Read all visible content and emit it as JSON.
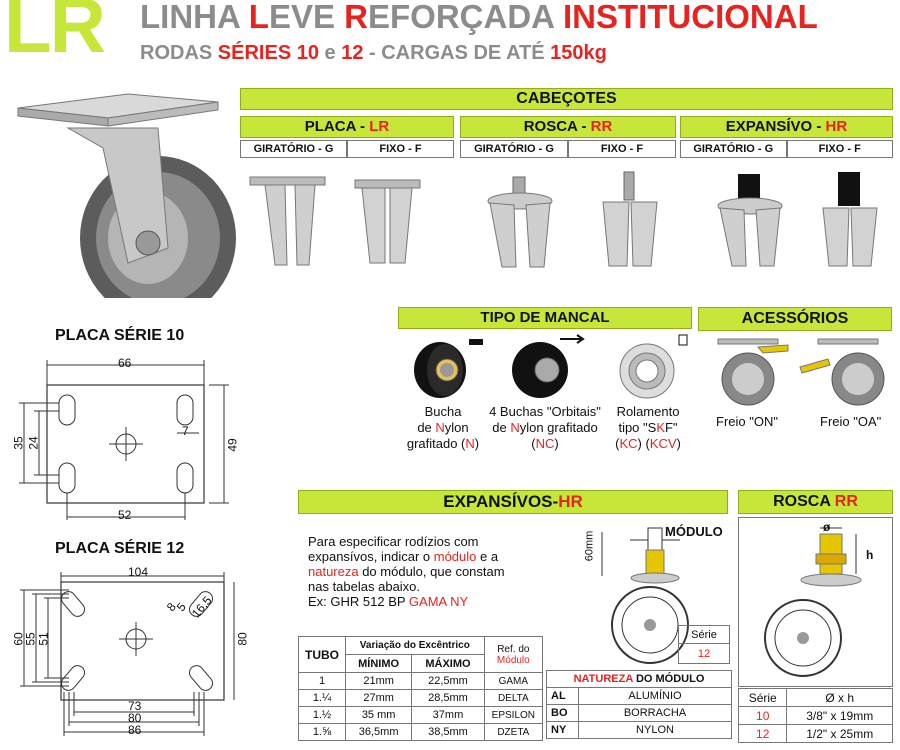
{
  "header": {
    "logo": "LR",
    "title": [
      {
        "t": "LINHA ",
        "c": "gray"
      },
      {
        "t": "L",
        "c": "red"
      },
      {
        "t": "EVE ",
        "c": "gray"
      },
      {
        "t": "R",
        "c": "red"
      },
      {
        "t": "EFORÇADA ",
        "c": "gray"
      },
      {
        "t": "INSTITUCIONAL",
        "c": "red"
      }
    ],
    "subtitle": [
      {
        "t": "RODAS ",
        "c": "gray"
      },
      {
        "t": "SÉRIES 10",
        "c": "red"
      },
      {
        "t": " e ",
        "c": "gray"
      },
      {
        "t": "12",
        "c": "red"
      },
      {
        "t": " - CARGAS DE ATÉ ",
        "c": "gray"
      },
      {
        "t": "150kg",
        "c": "red"
      }
    ]
  },
  "cabecotes": {
    "title": "CABEÇOTES",
    "groups": [
      {
        "name": "PLACA - ",
        "code": "LR",
        "sub": [
          "GIRATÓRIO - G",
          "FIXO - F"
        ]
      },
      {
        "name": "ROSCA - ",
        "code": "RR",
        "sub": [
          "GIRATÓRIO - G",
          "FIXO - F"
        ]
      },
      {
        "name": "EXPANSÍVO - ",
        "code": "HR",
        "sub": [
          "GIRATÓRIO - G",
          "FIXO - F"
        ]
      }
    ]
  },
  "placa10": {
    "title": "PLACA SÉRIE 10",
    "dims": {
      "w": "66",
      "h": "49",
      "hole_w": "52",
      "h35": "35",
      "h24": "24",
      "slot": "7"
    }
  },
  "placa12": {
    "title": "PLACA SÉRIE 12",
    "dims": {
      "w": "104",
      "h": "80",
      "h60": "60",
      "h55": "55",
      "h51": "51",
      "w73": "73",
      "w80": "80",
      "w86": "86",
      "d8": "8",
      "d5": "5",
      "d16": "16,5"
    }
  },
  "mancal": {
    "title": "TIPO DE MANCAL",
    "items": [
      {
        "lines": [
          [
            {
              "t": "Bucha",
              "c": "n"
            }
          ],
          [
            {
              "t": "de ",
              "c": "n"
            },
            {
              "t": "N",
              "c": "r"
            },
            {
              "t": "ylon",
              "c": "n"
            }
          ],
          [
            {
              "t": "grafitado (",
              "c": "n"
            },
            {
              "t": "N",
              "c": "r"
            },
            {
              "t": ")",
              "c": "n"
            }
          ]
        ]
      },
      {
        "lines": [
          [
            {
              "t": "4 Buchas \"Orbitais\"",
              "c": "n"
            }
          ],
          [
            {
              "t": "de ",
              "c": "n"
            },
            {
              "t": "N",
              "c": "r"
            },
            {
              "t": "ylon grafitado",
              "c": "n"
            }
          ],
          [
            {
              "t": "(",
              "c": "n"
            },
            {
              "t": "NC",
              "c": "r"
            },
            {
              "t": ")",
              "c": "n"
            }
          ]
        ]
      },
      {
        "lines": [
          [
            {
              "t": "Rolamento",
              "c": "n"
            }
          ],
          [
            {
              "t": "tipo \"S",
              "c": "n"
            },
            {
              "t": "K",
              "c": "r"
            },
            {
              "t": "F\"",
              "c": "n"
            }
          ],
          [
            {
              "t": "(",
              "c": "n"
            },
            {
              "t": "KC",
              "c": "r"
            },
            {
              "t": ") (",
              "c": "n"
            },
            {
              "t": "KCV",
              "c": "r"
            },
            {
              "t": ")",
              "c": "n"
            }
          ]
        ]
      }
    ]
  },
  "acessorios": {
    "title": "ACESSÓRIOS",
    "items": [
      "Freio \"ON\"",
      "Freio \"OA\""
    ]
  },
  "expansivos": {
    "title": "EXPANSÍVOS-",
    "code": "HR",
    "text": [
      [
        {
          "t": "Para especificar rodízios com",
          "c": "n"
        }
      ],
      [
        {
          "t": "expansívos, indicar o ",
          "c": "n"
        },
        {
          "t": "módulo",
          "c": "r"
        },
        {
          "t": " e a",
          "c": "n"
        }
      ],
      [
        {
          "t": "natureza",
          "c": "r"
        },
        {
          "t": " do módulo, que constam",
          "c": "n"
        }
      ],
      [
        {
          "t": "nas tabelas abaixo.",
          "c": "n"
        }
      ],
      [
        {
          "t": "Ex: GHR 512 BP ",
          "c": "n"
        },
        {
          "t": "GAMA NY",
          "c": "r"
        }
      ]
    ],
    "modulo_label": "MÓDULO",
    "dim60": "60mm",
    "serie_label": "Série",
    "serie_value": "12",
    "tube_table": {
      "h_tubo": "TUBO",
      "h_var": "Variação do Excêntrico",
      "h_min": "MÍNIMO",
      "h_max": "MÁXIMO",
      "h_ref1": "Ref. do",
      "h_ref2": "Módulo",
      "rows": [
        [
          "1",
          "21mm",
          "22,5mm",
          "GAMA"
        ],
        [
          "1.¼",
          "27mm",
          "28,5mm",
          "DELTA"
        ],
        [
          "1.½",
          "35 mm",
          "37mm",
          "EPSILON"
        ],
        [
          "1.⅝",
          "36,5mm",
          "38,5mm",
          "DZETA"
        ]
      ]
    },
    "natureza_table": {
      "h1": "NATUREZA",
      "h2": " DO MÓDULO",
      "rows": [
        [
          "AL",
          "ALUMÍNIO"
        ],
        [
          "BO",
          "BORRACHA"
        ],
        [
          "NY",
          "NYLON"
        ]
      ]
    }
  },
  "rosca": {
    "title": "ROSCA ",
    "code": "RR",
    "phi": "ø",
    "h": "h",
    "table": {
      "h1": "Série",
      "h2": "Ø x h",
      "rows": [
        [
          "10",
          "3/8\" x 19mm"
        ],
        [
          "12",
          "1/2\" x 25mm"
        ]
      ]
    }
  },
  "colors": {
    "green": "#c6e63a",
    "red": "#e8231f",
    "gray": "#8c8c8c"
  }
}
